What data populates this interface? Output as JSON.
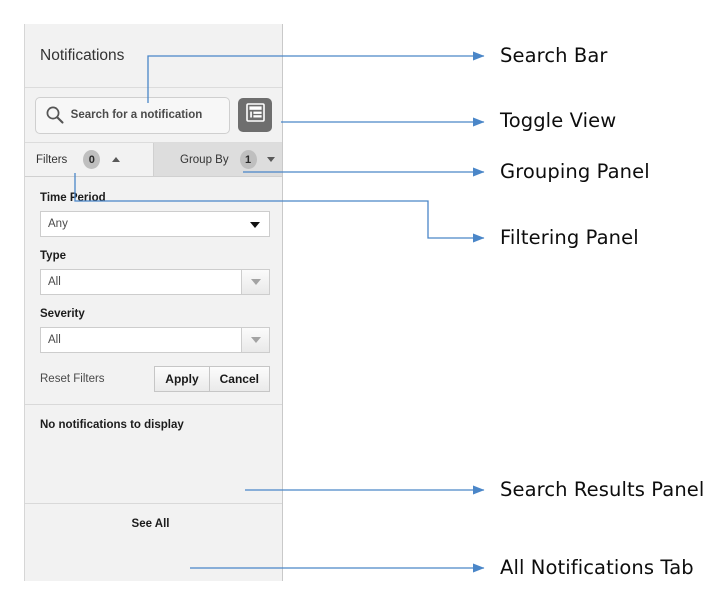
{
  "panel": {
    "title": "Notifications",
    "search": {
      "placeholder": "Search for a notification",
      "icon": "search-icon"
    },
    "toggle_view": {
      "icon": "toggle-view-icon",
      "background": "#6e6e6e"
    },
    "tabs": [
      {
        "label": "Filters",
        "badge": "0",
        "chevron": "up",
        "active": true
      },
      {
        "label": "Group By",
        "badge": "1",
        "chevron": "down",
        "active": false
      }
    ],
    "filters": {
      "fields": [
        {
          "label": "Time Period",
          "value": "Any",
          "arrow_style": "plain"
        },
        {
          "label": "Type",
          "value": "All",
          "arrow_style": "button"
        },
        {
          "label": "Severity",
          "value": "All",
          "arrow_style": "button"
        }
      ],
      "reset_label": "Reset Filters",
      "apply_label": "Apply",
      "cancel_label": "Cancel"
    },
    "results": {
      "empty_message": "No notifications to display"
    },
    "footer": {
      "see_all_label": "See All"
    }
  },
  "annotations": {
    "accent_color": "#4a86c8",
    "items": [
      {
        "label": "Search Bar"
      },
      {
        "label": "Toggle View"
      },
      {
        "label": "Grouping Panel"
      },
      {
        "label": "Filtering Panel"
      },
      {
        "label": "Search Results Panel"
      },
      {
        "label": "All Notifications Tab"
      }
    ]
  }
}
